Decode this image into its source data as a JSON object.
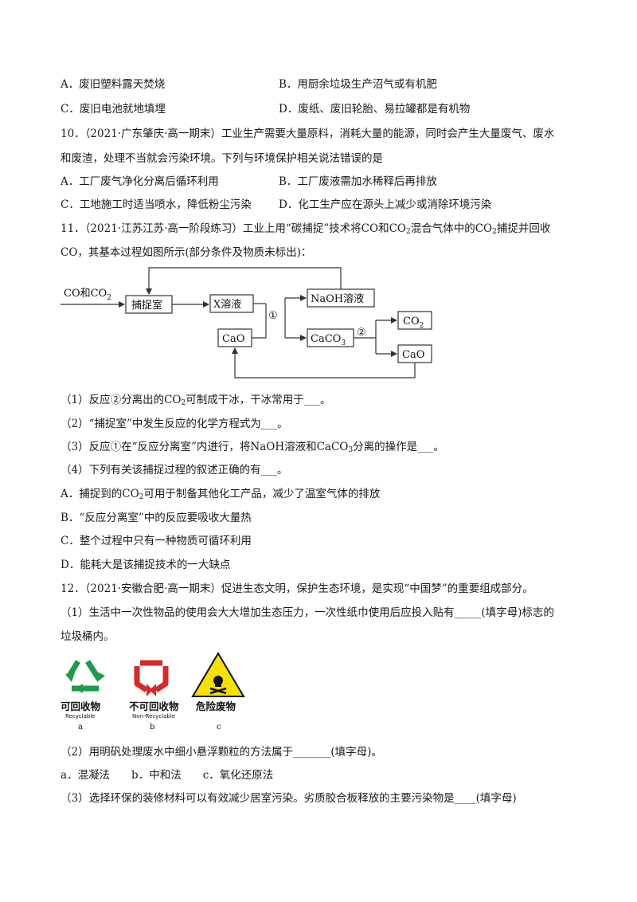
{
  "q9": {
    "optA": "A．废旧塑料露天焚烧",
    "optB": "B．用厨余垃圾生产沼气或有机肥",
    "optC": "C．废旧电池就地填埋",
    "optD": "D．废纸、废旧轮胎、易拉罐都是有机物"
  },
  "q10": {
    "stem1": "10．（2021·广东肇庆·高一期末）工业生产需要大量原料，消耗大量的能源，同时会产生大量废气、废水",
    "stem2": "和废渣，处理不当就会污染环境。下列与环境保护相关说法错误的是",
    "optA": "A．工厂废气净化分离后循环利用",
    "optB": "B．工厂废液需加水稀释后再排放",
    "optC": "C．工地施工时适当喷水，降低粉尘污染",
    "optD": "D．化工生产应在源头上减少或消除环境污染"
  },
  "q11": {
    "stem1a": "11．（2021·江苏江苏·高一阶段练习）工业上用“碳捕捉”技术将CO和CO",
    "stem1b": "混合气体中的CO",
    "stem1c": "捕捉并回收",
    "stem2": "CO，其基本过程如图所示(部分条件及物质未标出)：",
    "sub2": "2",
    "diagram": {
      "input_label": "CO和CO",
      "capture_room": "捕捉室",
      "x_solution": "X溶液",
      "cao_left": "CaO",
      "step1": "①",
      "naoh_solution": "NaOH溶液",
      "caco3": "CaCO",
      "step2": "②",
      "co2_out": "CO",
      "cao_right": "CaO"
    },
    "p1a": "（1）反应②分离出的CO",
    "p1b": "可制成干冰，干冰常用于___。",
    "p2": "（2）“捕捉室”中发生反应的化学方程式为___。",
    "p3a": "（3）反应①在“反应分离室”内进行，将NaOH溶液和CaCO",
    "p3b": "分离的操作是___。",
    "sub3": "3",
    "p4": "（4）下列有关该捕捉过程的叙述正确的有___。",
    "optAa": "A．捕捉到的CO",
    "optAb": "可用于制备其他化工产品，减少了温室气体的排放",
    "optB": "B．“反应分离室”中的反应要吸收大量热",
    "optC": "C．整个过程中只有一种物质可循环利用",
    "optD": "D．能耗大是该捕捉技术的一大缺点"
  },
  "q12": {
    "stem": "12．（2021·安徽合肥·高一期末）促进生态文明，保护生态环境，是实现“中国梦”的重要组成部分。",
    "p1a": "（1）生活中一次性物品的使用会大大增加生态压力，一次性纸巾使用后应投入贴有_____(填字母)标志的",
    "p1b": "垃圾桶内。",
    "icons": {
      "recyclable_cn": "可回收物",
      "recyclable_en": "Recyclable",
      "letter_a": "a",
      "nonrecyclable_cn": "不可回收物",
      "nonrecyclable_en": "Non-Recyclable",
      "letter_b": "b",
      "hazardous_cn": "危险废物",
      "letter_c": "c",
      "green": "#1e9a4a",
      "red": "#d42a2a",
      "yellow": "#f5e00a"
    },
    "p2": "（2）用明矾处理废水中细小悬浮颗粒的方法属于_______(填字母)。",
    "p2opts": "a．混凝法　　b．中和法　　c．氧化还原法",
    "p3": "（3）选择环保的装修材料可以有效减少居室污染。劣质胶合板释放的主要污染物是____(填字母)"
  }
}
